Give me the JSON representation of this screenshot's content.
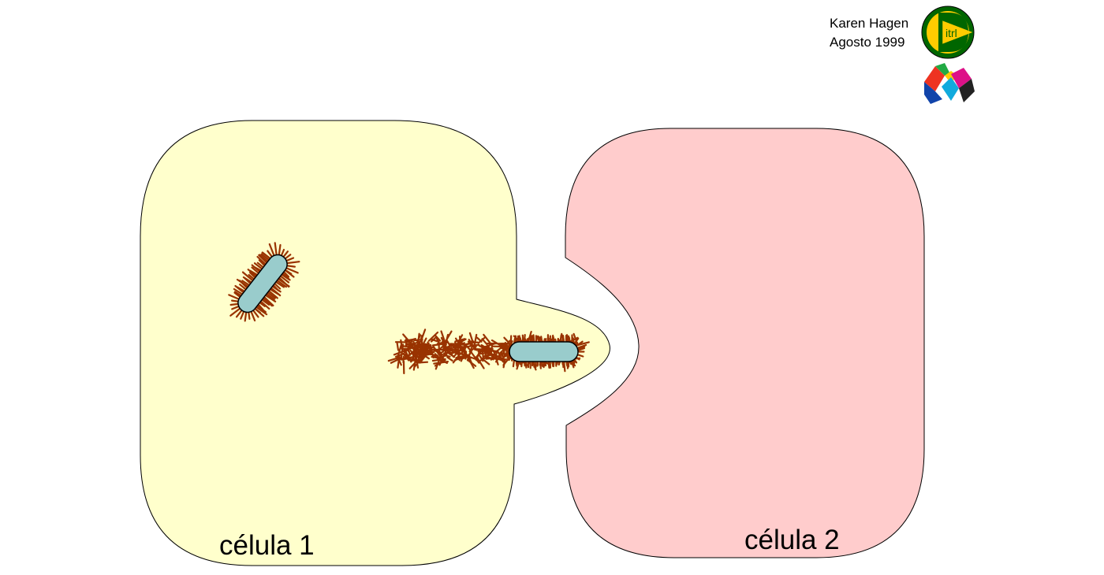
{
  "credit": {
    "author": "Karen Hagen",
    "date": "Agosto 1999",
    "logo_letters": "itrl",
    "logo_initial": "D"
  },
  "cells": [
    {
      "label": "célula 1",
      "color": "#FFFFCC"
    },
    {
      "label": "célula 2",
      "color": "#FFCCCC"
    }
  ],
  "organisms": [
    {
      "id": "bacterium-1",
      "body_color": "#99CCCC",
      "fringe_color": "#993300"
    },
    {
      "id": "bacterium-2",
      "body_color": "#99CCCC",
      "fringe_color": "#993300",
      "tail": "actin comet tail"
    }
  ],
  "colors": {
    "outline": "#000000",
    "logo_ring": "#006600",
    "logo_fill": "#FFCC00"
  }
}
